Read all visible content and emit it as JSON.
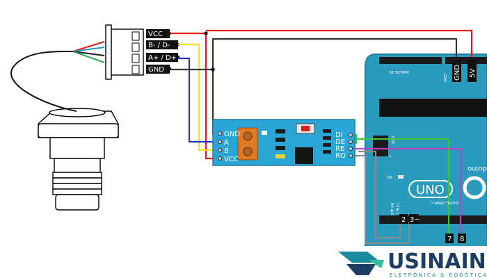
{
  "connector_pins": [
    "VCC",
    "B- / D-",
    "A+ / D+",
    "GND"
  ],
  "rs485_left_pins": [
    "GND",
    "A",
    "B",
    "VCC"
  ],
  "rs485_right_pins": [
    "DI",
    "DE",
    "RE",
    "RO"
  ],
  "arduino": {
    "power_pins": [
      "GND",
      "5V"
    ],
    "digital_pins": [
      "2",
      "3~",
      "7",
      "8"
    ],
    "board_text": "UNO",
    "brand_fragment": "duino",
    "analog_label": "ANALOG IN",
    "digital_label": "DIGITAL (PWM~)",
    "icsp_label": "ICSP",
    "aref_label": "AREF",
    "on_label": "ON",
    "tx_label": "TX ▶ 1",
    "rx_label": "RX ◀ 0",
    "l_label": "L"
  },
  "logo": {
    "name": "USINAINFO",
    "tagline": "ELETRÔNICA & ROBÓTICA"
  },
  "colors": {
    "wire_red": "#e4161b",
    "wire_black": "#333333",
    "wire_yellow": "#f3e515",
    "wire_blue": "#1f34c8",
    "wire_green": "#3ac53a",
    "wire_magenta": "#c23ec2",
    "wire_gray": "#8a8a8a",
    "arduino_blue": "#2a9bbd",
    "module_blue": "#2aa6d6"
  }
}
